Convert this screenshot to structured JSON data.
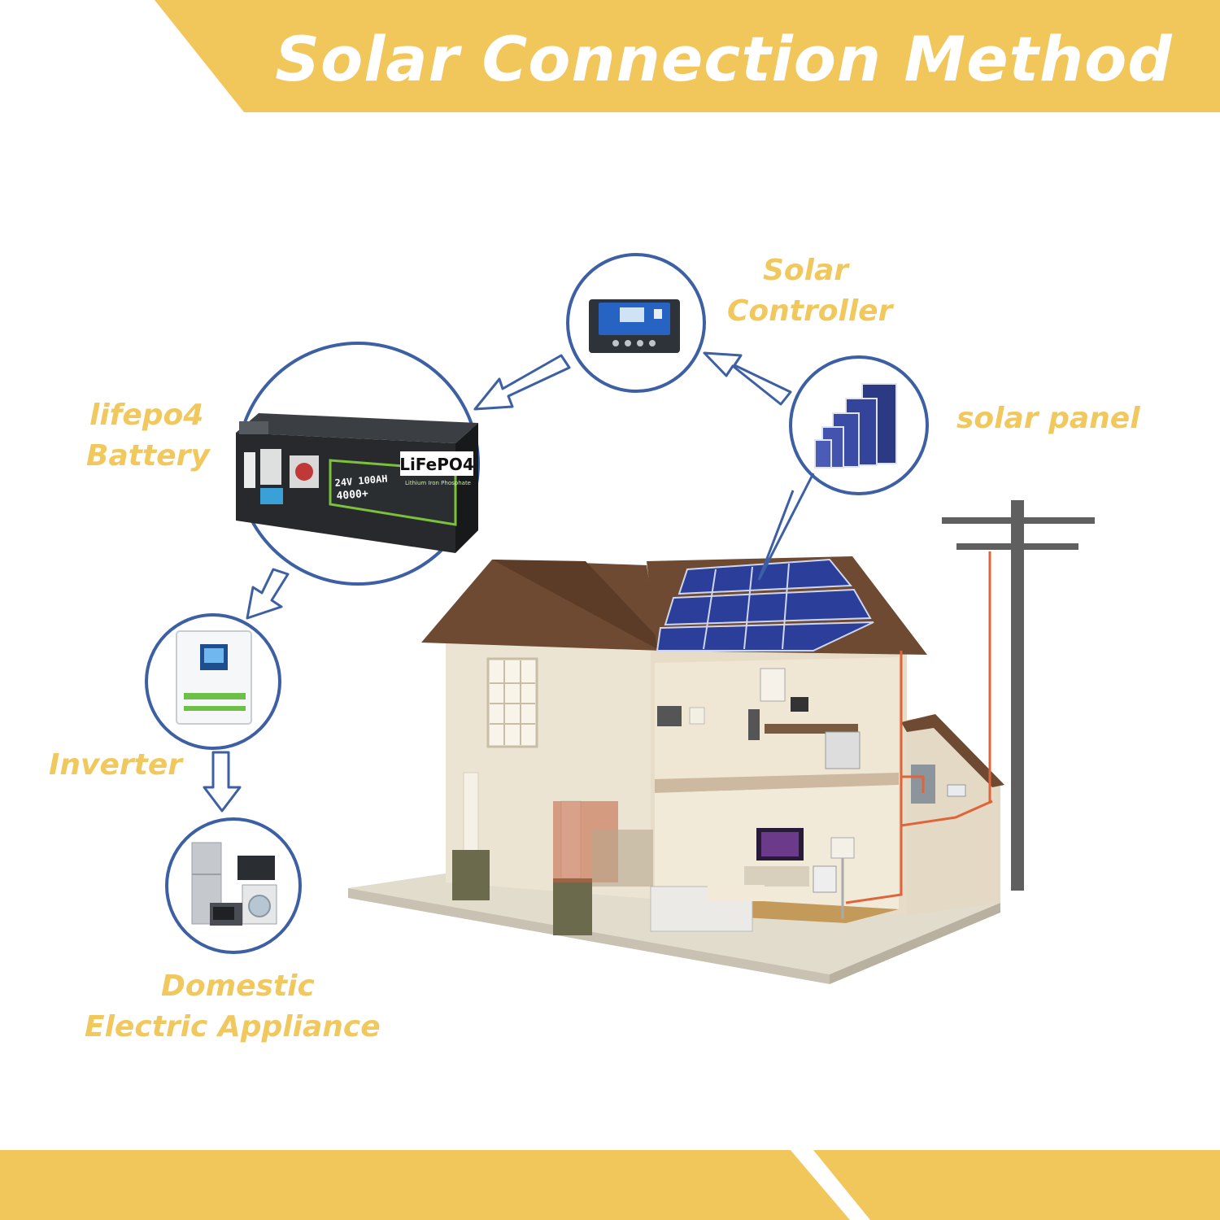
{
  "header": {
    "title": "Solar Connection Method"
  },
  "components": {
    "controller": {
      "line1": "Solar",
      "line2": "Controller"
    },
    "panel": {
      "label": "solar panel"
    },
    "battery": {
      "line1": "lifepo4",
      "line2": "Battery",
      "badge": "LiFePO4",
      "badge_sub": "Lithium Iron Phosphate",
      "spec": "24V 100AH",
      "cycles": "4000+"
    },
    "inverter": {
      "label": "Inverter"
    },
    "appliance": {
      "line1": "Domestic",
      "line2": "Electric Appliance"
    }
  },
  "colors": {
    "banner": "#f1c65b",
    "label": "#f0c85e",
    "circle_stroke": "#3d5fa3",
    "arrow_fill": "#ffffff",
    "wire": "#e0643a",
    "roof": "#6e4a32",
    "wall": "#ece4d2",
    "panel_blue": "#2b3f9a"
  }
}
